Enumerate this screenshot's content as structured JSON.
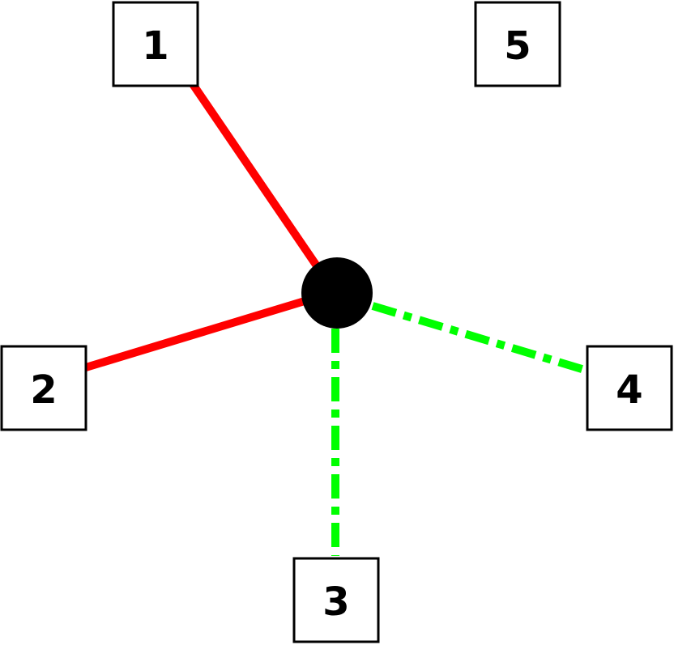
{
  "diagram": {
    "hub": {
      "color": "#000000"
    },
    "nodes": [
      {
        "id": "1",
        "label": "1"
      },
      {
        "id": "2",
        "label": "2"
      },
      {
        "id": "3",
        "label": "3"
      },
      {
        "id": "4",
        "label": "4"
      },
      {
        "id": "5",
        "label": "5"
      }
    ],
    "edges": [
      {
        "to": "1",
        "style": "solid",
        "color": "#ff0000"
      },
      {
        "to": "2",
        "style": "solid",
        "color": "#ff0000"
      },
      {
        "to": "3",
        "style": "dash-dot",
        "color": "#00ff00"
      },
      {
        "to": "4",
        "style": "dash-dot",
        "color": "#00ff00"
      }
    ]
  }
}
